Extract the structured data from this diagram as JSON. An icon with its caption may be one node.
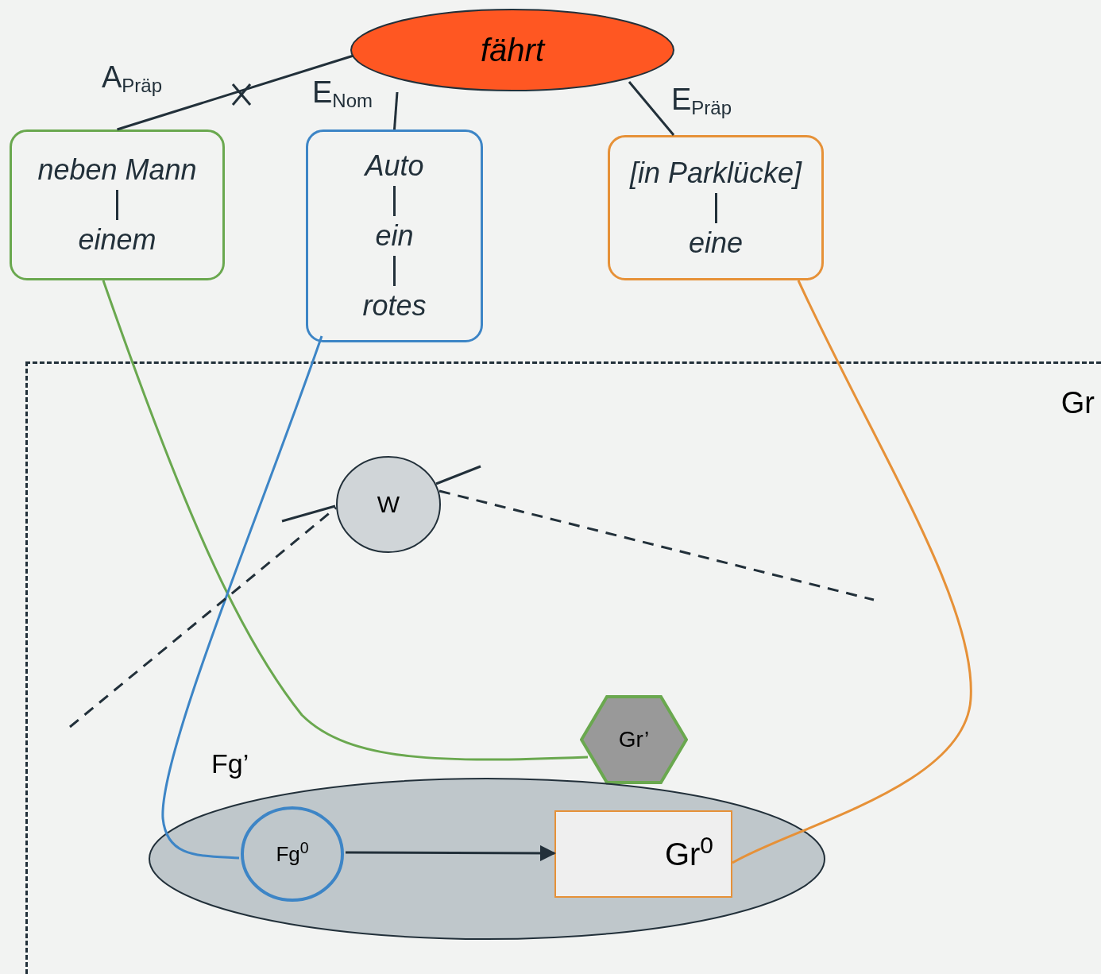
{
  "diagram": {
    "nodes": [
      {
        "text": [
          "fährt"
        ]
      },
      {
        "text": [
          "neben Mann",
          "einem"
        ]
      },
      {
        "text": [
          "Auto",
          "ein",
          "rotes"
        ]
      },
      {
        "text": [
          "[in Parklücke]",
          "eine"
        ]
      },
      {
        "text": [
          "Gr"
        ]
      },
      {
        "text": [
          "W"
        ],
        "in": 4
      },
      {
        "text": [
          "Gr’"
        ],
        "in": 4
      },
      {
        "text": [
          "Fg’"
        ],
        "in": 4
      },
      {
        "text": [
          "Fg$^{0}$"
        ],
        "in": 7
      },
      {
        "text": [
          "Gr$^{0}$"
        ],
        "in": 7
      }
    ],
    "edges": [
      {
        "from": 0,
        "to": 1,
        "arrow": "none",
        "label": "A$_{Präp}$"
      },
      {
        "from": 0,
        "to": 2,
        "arrow": "none",
        "label": "E$_{Nom}$"
      },
      {
        "from": 0,
        "to": 3,
        "arrow": "none",
        "label": "E$_{Präp}$"
      },
      {
        "from": 1,
        "to": 6,
        "arrow": "none",
        "color": "#6aa84f"
      },
      {
        "from": 2,
        "to": 8,
        "arrow": "none",
        "color": "#3d85c6"
      },
      {
        "from": 3,
        "to": 9,
        "arrow": "none",
        "color": "#e69138"
      },
      {
        "from": 8,
        "to": 9,
        "arrow": "to"
      },
      {
        "from": null,
        "to": 5,
        "arrow": "none",
        "style": "dashed"
      },
      {
        "from": 5,
        "to": null,
        "arrow": "none",
        "style": "dashed"
      },
      {
        "from": null,
        "to": 5,
        "arrow": "none"
      },
      {
        "from": 5,
        "to": null,
        "arrow": "none"
      }
    ]
  }
}
